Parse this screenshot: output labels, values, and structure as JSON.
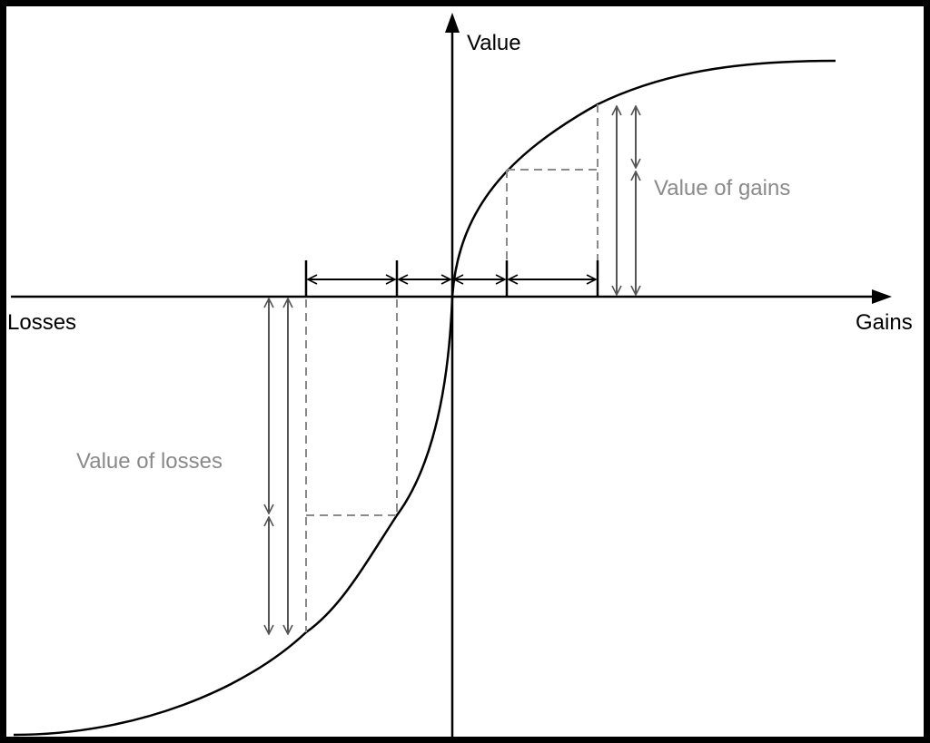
{
  "labels": {
    "y_axis": "Value",
    "x_axis_negative": "Losses",
    "x_axis_positive": "Gains",
    "gains_annotation": "Value of gains",
    "losses_annotation": "Value of losses"
  },
  "colors": {
    "axis": "#000000",
    "curve": "#000000",
    "annotation": "#555555",
    "annotation_text": "#8a8a8a",
    "dashed": "#8a8a8a"
  }
}
